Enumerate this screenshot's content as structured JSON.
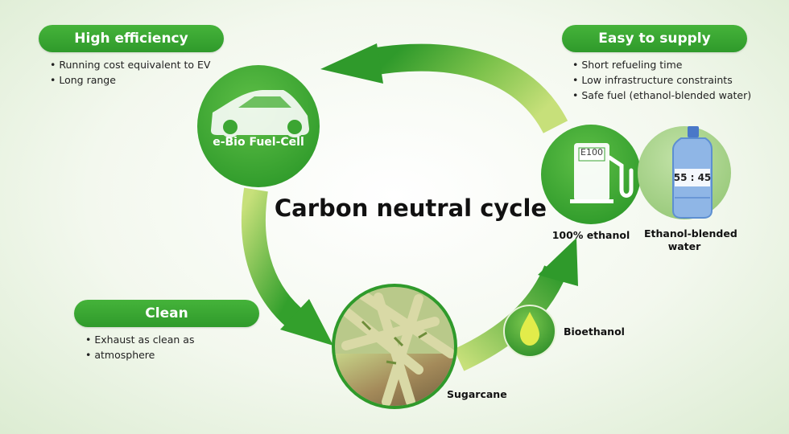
{
  "title": "Carbon neutral cycle",
  "high_efficiency": {
    "heading": "High efficiency",
    "bullets": [
      "Running cost equivalent to EV",
      "Long range"
    ]
  },
  "easy_to_supply": {
    "heading": "Easy to supply",
    "bullets": [
      "Short refueling time",
      "Low infrastructure constraints",
      "Safe fuel (ethanol-blended water)"
    ]
  },
  "clean": {
    "heading": "Clean",
    "bullets": [
      "Exhaust as clean as",
      "atmosphere"
    ]
  },
  "nodes": {
    "car": "e-Bio Fuel-Cell",
    "ethanol": "100% ethanol",
    "pump_text": "E100",
    "water": "Ethanol-blended",
    "water_line2": "water",
    "water_ratio": "55 : 45",
    "bioethanol": "Bioethanol",
    "sugarcane": "Sugarcane"
  },
  "colors": {
    "primary_green": "#2f9a2b",
    "light_green": "#b6d86a",
    "water_circle": "#a9d38e"
  }
}
